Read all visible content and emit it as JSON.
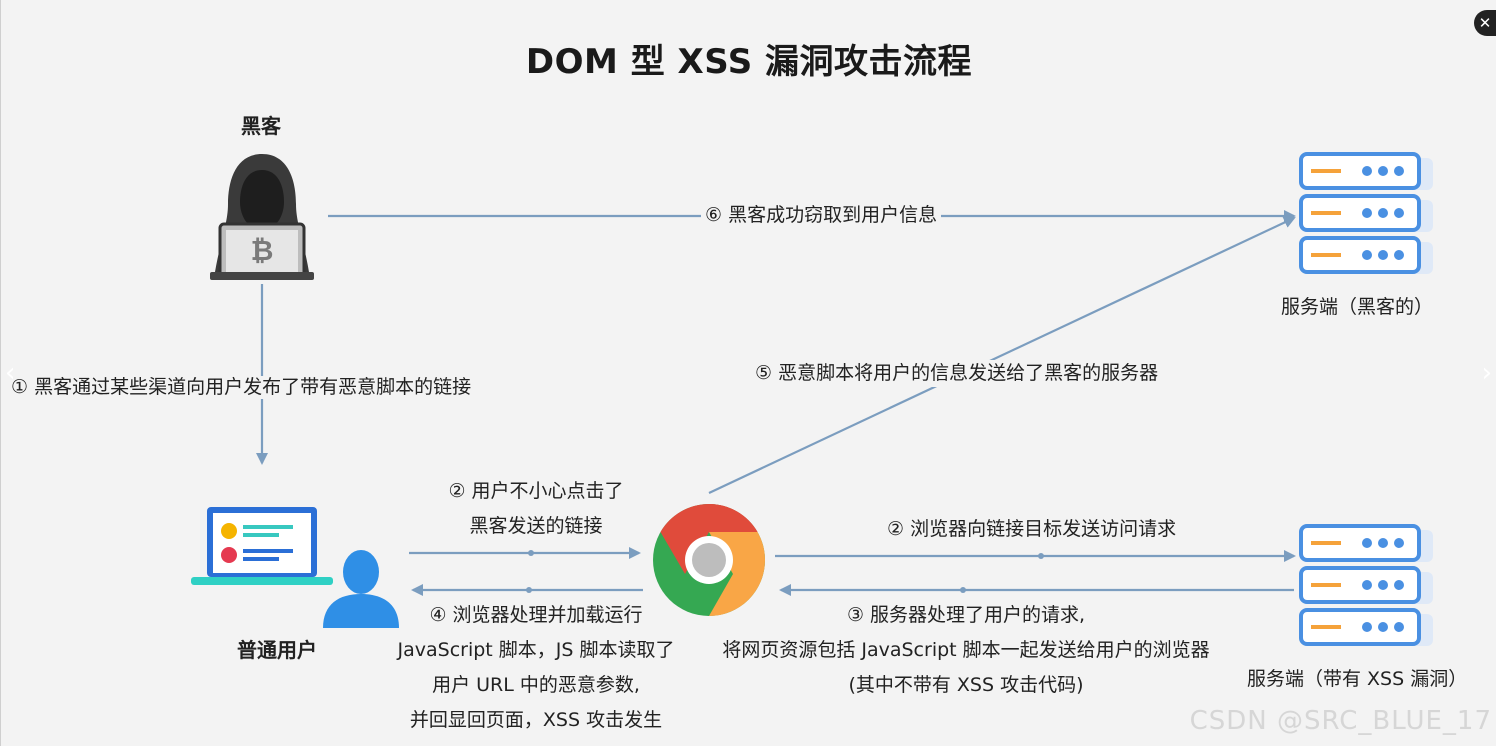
{
  "title": "DOM 型 XSS 漏洞攻击流程",
  "actors": {
    "hacker": "黑客",
    "user": "普通用户",
    "hacker_server": "服务端（黑客的）",
    "vuln_server": "服务端（带有 XSS 漏洞）"
  },
  "steps": {
    "s1": "① 黑客通过某些渠道向用户发布了带有恶意脚本的链接",
    "s2_user": [
      "② 用户不小心点击了",
      "黑客发送的链接"
    ],
    "s2_browser": "② 浏览器向链接目标发送访问请求",
    "s3": [
      "③ 服务器处理了用户的请求,",
      "将网页资源包括 JavaScript 脚本一起发送给用户的浏览器",
      "(其中不带有 XSS 攻击代码)"
    ],
    "s4": [
      "④ 浏览器处理并加载运行",
      "JavaScript 脚本，JS 脚本读取了",
      "用户 URL 中的恶意参数,",
      "并回显回页面，XSS 攻击发生"
    ],
    "s5": "⑤ 恶意脚本将用户的信息发送给了黑客的服务器",
    "s6": "⑥ 黑客成功窃取到用户信息"
  },
  "watermark": "CSDN @SRC_BLUE_17",
  "icons": [
    "hacker-icon",
    "laptop-icon",
    "user-icon",
    "chrome-icon",
    "server-icon"
  ],
  "colors": {
    "arrow": "#7b9dbf",
    "server": "#4a90e2",
    "server_dash": "#f5a23a",
    "chrome_red": "#e04b3b",
    "chrome_green": "#35a852",
    "chrome_yellow": "#f9b233"
  },
  "window": {
    "close_glyph": "✕",
    "next_glyph": "›",
    "prev_glyph": "‹"
  }
}
